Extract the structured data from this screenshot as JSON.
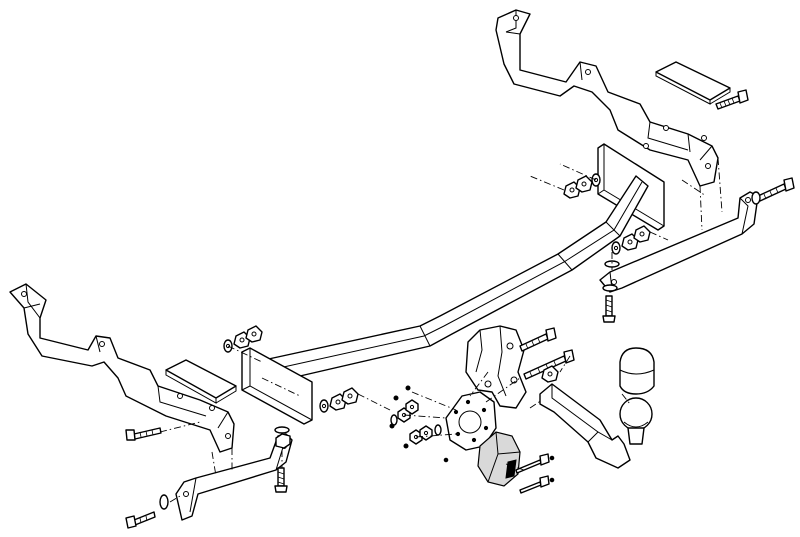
{
  "figure": {
    "parts": [
      "crossbar",
      "left-chassis-bracket",
      "right-chassis-bracket",
      "left-clamp-plate",
      "right-clamp-plate",
      "left-spacer-plate",
      "right-spacer-plate",
      "left-support-strut",
      "right-support-strut",
      "tow-ball-arm",
      "tow-ball",
      "tow-ball-cap",
      "socket-mounting-plate",
      "electrical-socket",
      "bolts-and-nuts"
    ],
    "colors": {
      "line": "#000000",
      "background": "#ffffff",
      "shading": "#d9d9d9"
    }
  }
}
